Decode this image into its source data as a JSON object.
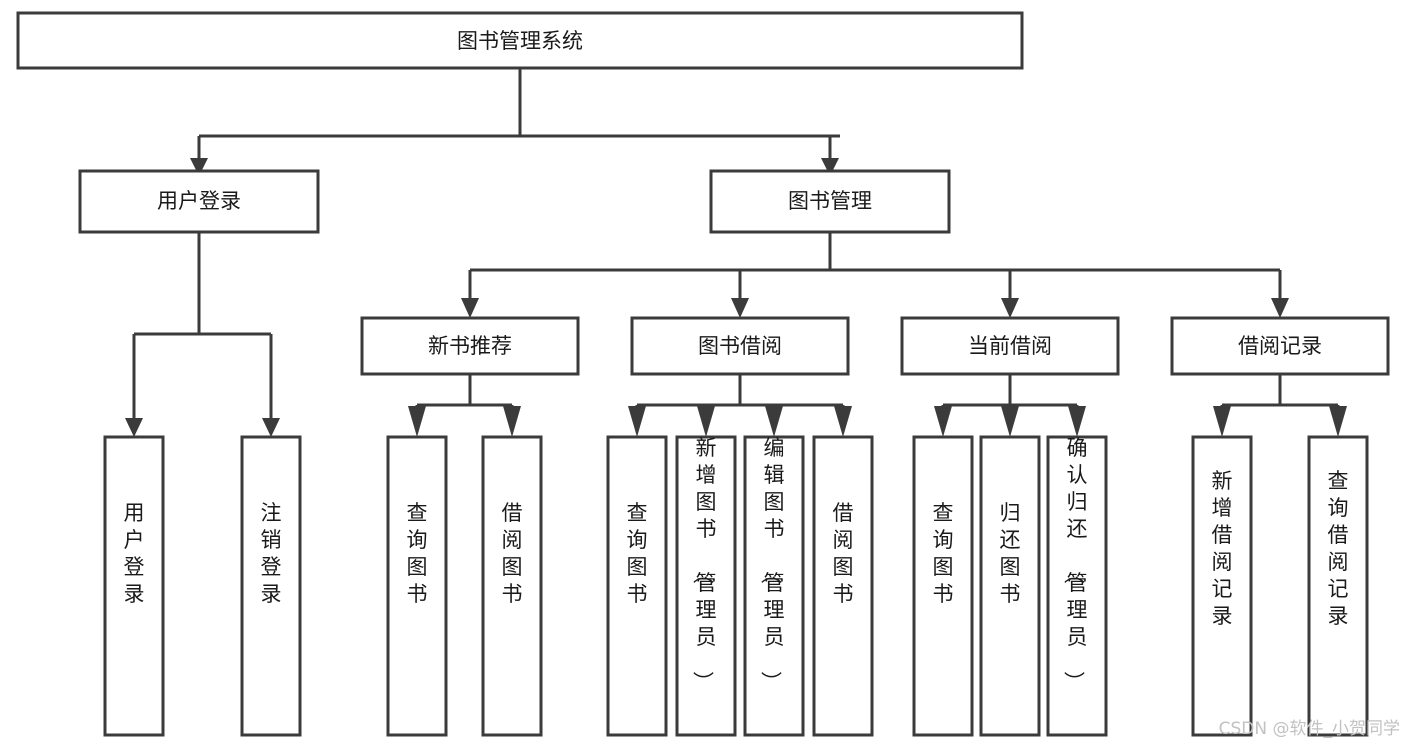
{
  "diagram": {
    "title": "图书管理系统",
    "type": "tree-hierarchy",
    "root": {
      "id": "root",
      "label": "图书管理系统",
      "orientation": "horizontal"
    },
    "level2": [
      {
        "id": "user-login",
        "label": "用户登录",
        "orientation": "horizontal"
      },
      {
        "id": "book-manage",
        "label": "图书管理",
        "orientation": "horizontal"
      }
    ],
    "level3": [
      {
        "id": "new-book-rec",
        "label": "新书推荐",
        "orientation": "horizontal",
        "parent": "book-manage"
      },
      {
        "id": "book-borrow",
        "label": "图书借阅",
        "orientation": "horizontal",
        "parent": "book-manage"
      },
      {
        "id": "current-borrow",
        "label": "当前借阅",
        "orientation": "horizontal",
        "parent": "book-manage"
      },
      {
        "id": "borrow-record",
        "label": "借阅记录",
        "orientation": "horizontal",
        "parent": "book-manage"
      }
    ],
    "leaves": [
      {
        "id": "leaf-user-login",
        "label": "用户登录",
        "orientation": "vertical",
        "parent": "user-login"
      },
      {
        "id": "leaf-user-logout",
        "label": "注销登录",
        "orientation": "vertical",
        "parent": "user-login"
      },
      {
        "id": "leaf-rec-query",
        "label": "查询图书",
        "orientation": "vertical",
        "parent": "new-book-rec"
      },
      {
        "id": "leaf-rec-borrow",
        "label": "借阅图书",
        "orientation": "vertical",
        "parent": "new-book-rec"
      },
      {
        "id": "leaf-borrow-query",
        "label": "查询图书",
        "orientation": "vertical",
        "parent": "book-borrow"
      },
      {
        "id": "leaf-borrow-add",
        "label": "新增图书（管理员）",
        "orientation": "vertical",
        "parent": "book-borrow"
      },
      {
        "id": "leaf-borrow-edit",
        "label": "编辑图书（管理员）",
        "orientation": "vertical",
        "parent": "book-borrow"
      },
      {
        "id": "leaf-borrow-lend",
        "label": "借阅图书",
        "orientation": "vertical",
        "parent": "book-borrow"
      },
      {
        "id": "leaf-cur-query",
        "label": "查询图书",
        "orientation": "vertical",
        "parent": "current-borrow"
      },
      {
        "id": "leaf-cur-return",
        "label": "归还图书",
        "orientation": "vertical",
        "parent": "current-borrow"
      },
      {
        "id": "leaf-cur-confirm",
        "label": "确认归还（管理员）",
        "orientation": "vertical",
        "parent": "current-borrow"
      },
      {
        "id": "leaf-rec-add",
        "label": "新增借阅记录",
        "orientation": "vertical",
        "parent": "borrow-record"
      },
      {
        "id": "leaf-rec-query2",
        "label": "查询借阅记录",
        "orientation": "vertical",
        "parent": "borrow-record"
      }
    ]
  },
  "watermark": {
    "text": "CSDN @软件_小贺同学",
    "color": "#c2c2c2"
  },
  "colors": {
    "stroke": "#3b3b3b",
    "fill": "#ffffff",
    "text": "#1a1a1a",
    "background": "#ffffff"
  }
}
